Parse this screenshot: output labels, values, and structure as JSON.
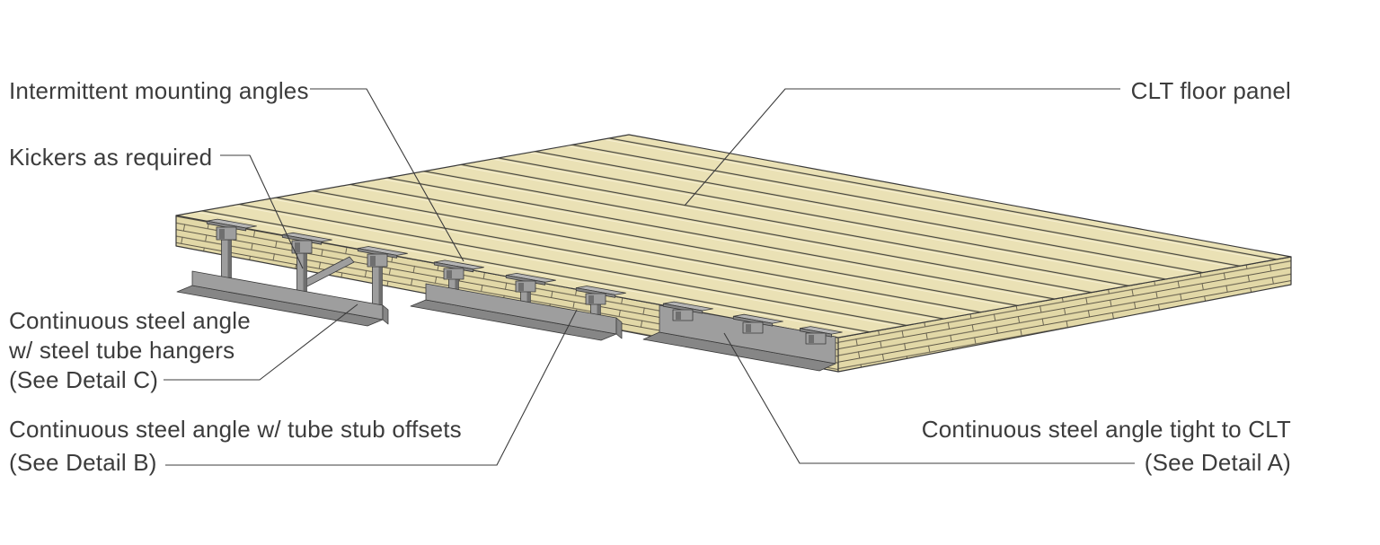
{
  "figure": {
    "background": "#ffffff",
    "line_color": "#3c3c3c",
    "text_color": "#3c3c3c",
    "outline_color": "#3a3a3a",
    "wood_top_color": "#eae1b5",
    "wood_side_color": "#e2d8a7",
    "wood_line_color": "#5f5949",
    "plank_line_color": "#45443c",
    "plank_highlight_color": "#f6efd2",
    "steel_color": "#9e9e9e",
    "steel_dark_color": "#868686",
    "steel_light_color": "#b4b4b4",
    "steel_shade_color": "#6f6f6f"
  },
  "callouts": {
    "intermittent_angles": {
      "text": "Intermittent mounting angles"
    },
    "kickers": {
      "text": "Kickers as required"
    },
    "clt_panel": {
      "text": "CLT floor panel"
    },
    "detail_c": {
      "line1": "Continuous steel angle",
      "line2": "w/ steel tube hangers",
      "line3": "(See Detail C)"
    },
    "detail_b": {
      "line1": "Continuous steel angle w/ tube stub offsets",
      "line2": "(See Detail B)"
    },
    "detail_a": {
      "line1": "Continuous steel angle tight to CLT",
      "line2": "(See Detail A)"
    }
  }
}
